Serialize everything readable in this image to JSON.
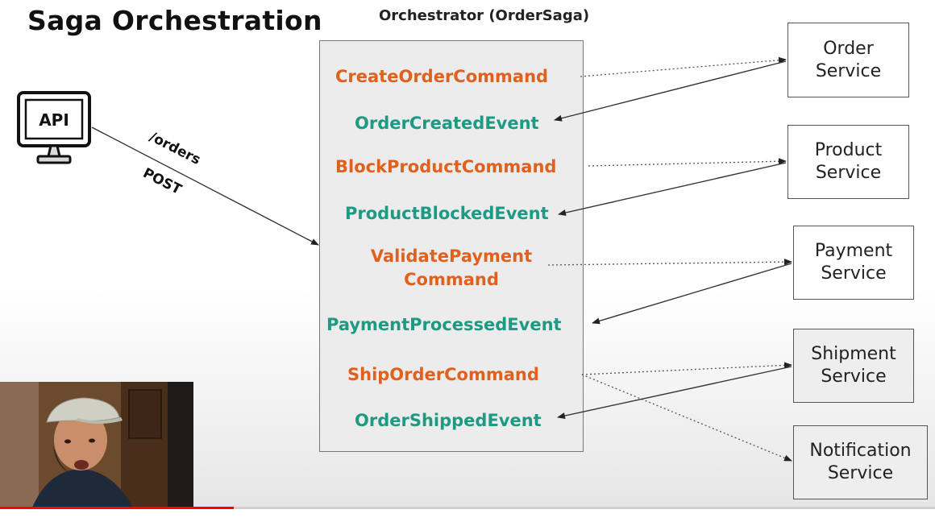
{
  "slide": {
    "title": "Saga Orchestration",
    "orchestrator_title": "Orchestrator (OrderSaga)",
    "api_label": "API",
    "route_path": "/orders",
    "route_method": "POST"
  },
  "steps": [
    {
      "text": "CreateOrderCommand",
      "kind": "command"
    },
    {
      "text": "OrderCreatedEvent",
      "kind": "event"
    },
    {
      "text": "BlockProductCommand",
      "kind": "command"
    },
    {
      "text": "ProductBlockedEvent",
      "kind": "event"
    },
    {
      "text": "ValidatePayment\nCommand",
      "kind": "command"
    },
    {
      "text": "PaymentProcessedEvent",
      "kind": "event"
    },
    {
      "text": "ShipOrderCommand",
      "kind": "command"
    },
    {
      "text": "OrderShippedEvent",
      "kind": "event"
    }
  ],
  "services": [
    {
      "label": "Order\nService"
    },
    {
      "label": "Product\nService"
    },
    {
      "label": "Payment\nService"
    },
    {
      "label": "Shipment\nService"
    },
    {
      "label": "Notification\nService"
    }
  ],
  "video": {
    "progress_fraction": 0.25
  },
  "colors": {
    "command": "#e0611d",
    "event": "#1d9a83",
    "progress": "#ff0000"
  }
}
